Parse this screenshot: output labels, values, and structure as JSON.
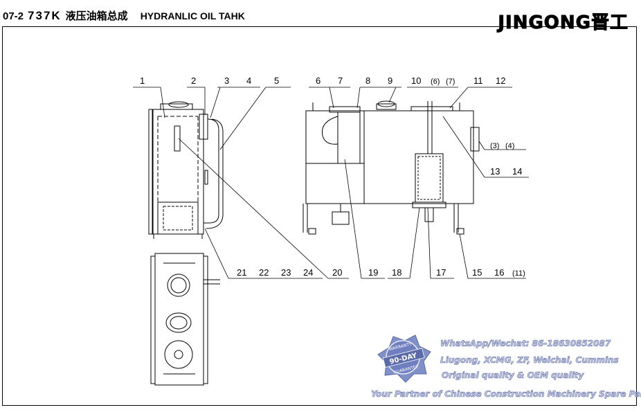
{
  "header": {
    "code": "07-2",
    "model": "737K",
    "title_cn": "液压油箱总成",
    "title_en": "HYDRANLIC OIL TAHK"
  },
  "logo": {
    "text": "JINGONG晋工"
  },
  "callouts_top": {
    "c1": "1",
    "c2": "2",
    "c3": "3",
    "c4": "4",
    "c5": "5",
    "c6": "6",
    "c7": "7",
    "c8": "8",
    "c9": "9",
    "c10": "10",
    "c10b": "(6)",
    "c10c": "(7)",
    "c11": "11",
    "c12": "12"
  },
  "callouts_side": {
    "c3b": "(3)",
    "c4b": "(4)",
    "c13": "13",
    "c14": "14"
  },
  "callouts_bottom": {
    "c21": "21",
    "c22": "22",
    "c23": "23",
    "c24": "24",
    "c20": "20",
    "c19": "19",
    "c18": "18",
    "c17": "17",
    "c15": "15",
    "c16": "16",
    "c11b": "(11)"
  },
  "watermark": {
    "badge_top": "WARRANTY",
    "badge_mid": "90-DAY",
    "badge_bottom": "GUARANTEE",
    "line1": "WhatsApp/Wechat: 86-18630852087",
    "line2": "Liugong, XCMG, ZF, Weichai, Cummins",
    "line3": "Original quality & OEM quality",
    "line4": "Your Partner of Chinese Construction Machinery Spare Parts"
  },
  "colors": {
    "line": "#000000",
    "watermark_fill": "#c7cde3",
    "watermark_stroke": "#5b6aa8",
    "badge": "#6f7fbf"
  }
}
